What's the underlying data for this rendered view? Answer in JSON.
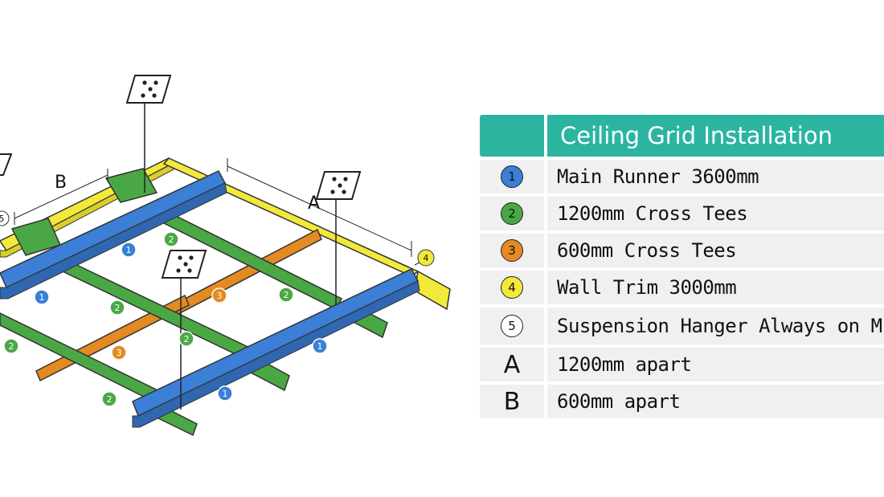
{
  "colors": {
    "main_runner": "#3b7fd6",
    "cross_tee_1200": "#4aa844",
    "cross_tee_600": "#e48a22",
    "wall_trim": "#f2e93a",
    "hanger": "#ffffff",
    "header": "#2bb5a1",
    "row_bg": "#f0f0f0"
  },
  "diagram": {
    "dim_a": "A",
    "dim_b": "B",
    "callouts": [
      "1",
      "2",
      "3",
      "4",
      "5"
    ]
  },
  "legend": {
    "title": "Ceiling Grid Installation",
    "rows": [
      {
        "marker": "1",
        "marker_type": "badge",
        "color": "#3b7fd6",
        "text": "Main Runner 3600mm"
      },
      {
        "marker": "2",
        "marker_type": "badge",
        "color": "#4aa844",
        "text": "1200mm Cross Tees"
      },
      {
        "marker": "3",
        "marker_type": "badge",
        "color": "#e48a22",
        "text": "600mm Cross Tees"
      },
      {
        "marker": "4",
        "marker_type": "badge",
        "color": "#f2e93a",
        "text": "Wall Trim 3000mm"
      },
      {
        "marker": "5",
        "marker_type": "badge",
        "color": "#ffffff",
        "text": "Suspension Hanger Always on M"
      },
      {
        "marker": "A",
        "marker_type": "letter",
        "color": "",
        "text": "1200mm apart"
      },
      {
        "marker": "B",
        "marker_type": "letter",
        "color": "",
        "text": "600mm apart"
      }
    ]
  }
}
